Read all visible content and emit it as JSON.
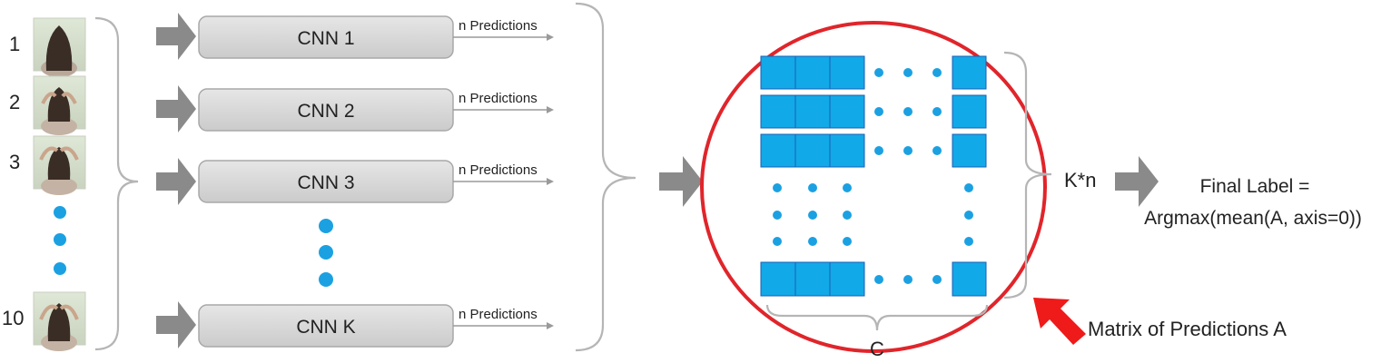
{
  "images": [
    {
      "label": "1"
    },
    {
      "label": "2"
    },
    {
      "label": "3"
    },
    {
      "label": "10"
    }
  ],
  "cnns": [
    {
      "label": "CNN 1",
      "output": "n Predictions"
    },
    {
      "label": "CNN 2",
      "output": "n Predictions"
    },
    {
      "label": "CNN 3",
      "output": "n Predictions"
    },
    {
      "label": "CNN K",
      "output": "n Predictions"
    }
  ],
  "matrix": {
    "rows_label": "K*n",
    "cols_label": "C",
    "caption": "Matrix of Predictions A"
  },
  "result": {
    "line1": "Final Label =",
    "line2": "Argmax(mean(A, axis=0))"
  },
  "colors": {
    "cell": "#12a9e8",
    "cell_border": "#1a5fb4",
    "dot": "#1ba1e2",
    "arrow": "#8a8a8a",
    "box_fill": "#d4d4d4",
    "box_border": "#a8a8a8",
    "circle": "#e0252b",
    "red_arrow": "#ef1a1a",
    "brace": "#b5b5b5"
  }
}
